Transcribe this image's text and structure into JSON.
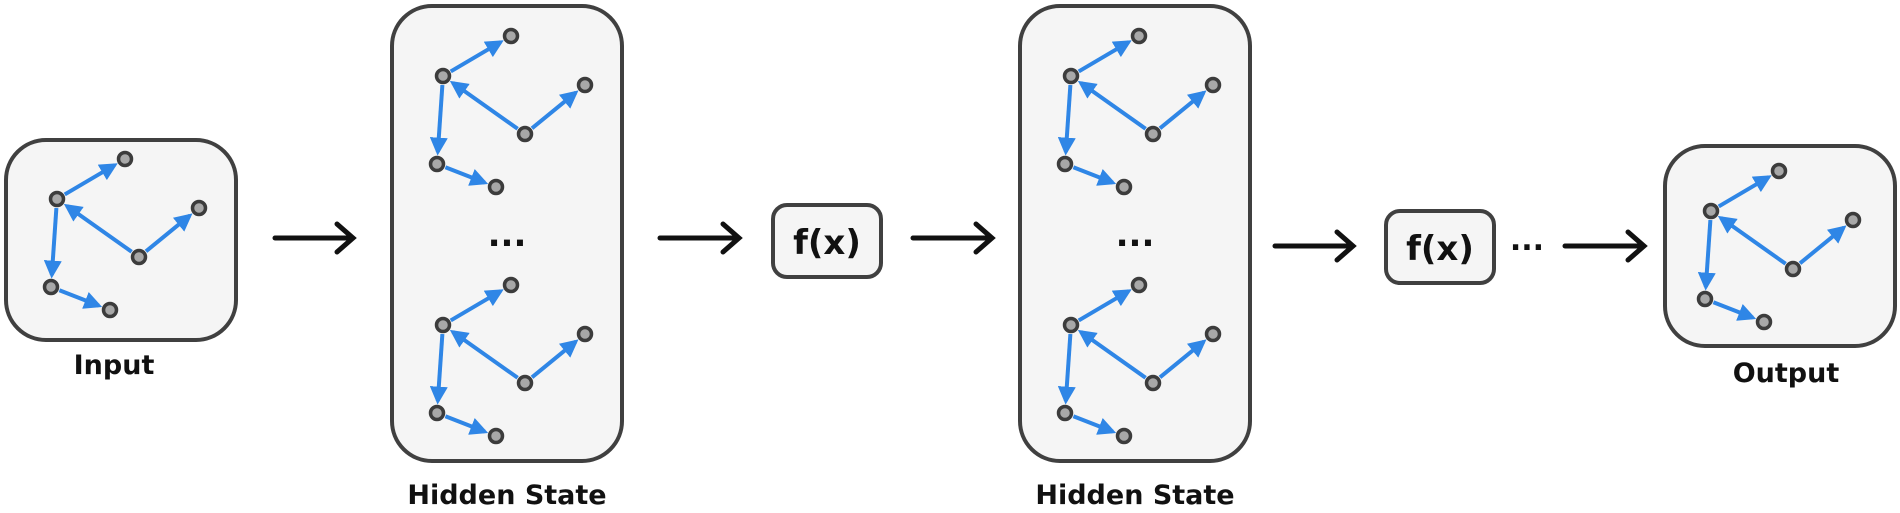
{
  "stages": {
    "input": {
      "label": "Input"
    },
    "hidden_1": {
      "label": "Hidden State",
      "ellipsis": "..."
    },
    "function_1": {
      "label": "f(x)"
    },
    "hidden_2": {
      "label": "Hidden State",
      "ellipsis": "..."
    },
    "function_2": {
      "label": "f(x)"
    },
    "between_ellipsis": "...",
    "output": {
      "label": "Output"
    }
  },
  "colors": {
    "box_fill": "#f5f5f5",
    "box_stroke": "#404040",
    "edge": "#2f86e6",
    "node_fill": "#a8a8a8",
    "node_stroke": "#3c3c3c",
    "arrow": "#111111"
  }
}
